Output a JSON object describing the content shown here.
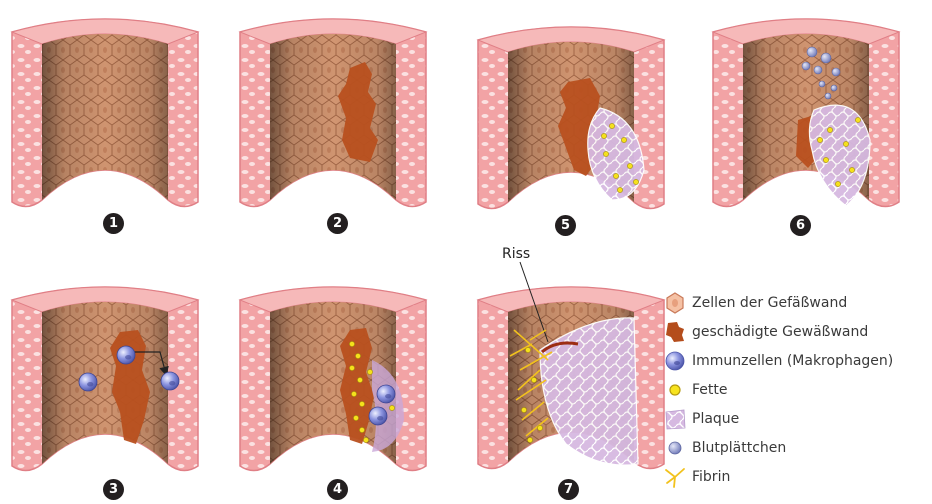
{
  "panels": [
    {
      "number": "1",
      "stage": "healthy"
    },
    {
      "number": "2",
      "stage": "damaged"
    },
    {
      "number": "3",
      "stage": "immune-cells"
    },
    {
      "number": "4",
      "stage": "fat-deposit"
    },
    {
      "number": "5",
      "stage": "plaque"
    },
    {
      "number": "6",
      "stage": "platelets"
    },
    {
      "number": "7",
      "stage": "rupture"
    }
  ],
  "callout": {
    "label": "Riss"
  },
  "legend": [
    {
      "icon": "wall-cell-icon",
      "label": "Zellen der Gefäßwand"
    },
    {
      "icon": "damaged-wall-icon",
      "label": "geschädigte Gewäßwand"
    },
    {
      "icon": "immune-cell-icon",
      "label": "Immunzellen (Makrophagen)"
    },
    {
      "icon": "fat-icon",
      "label": "Fette"
    },
    {
      "icon": "plaque-icon",
      "label": "Plaque"
    },
    {
      "icon": "platelet-icon",
      "label": "Blutplättchen"
    },
    {
      "icon": "fibrin-icon",
      "label": "Fibrin"
    }
  ],
  "colors": {
    "outer_wall": "#f4a6a6",
    "outer_wall_edge": "#e07f86",
    "inner_wall": "#c98a64",
    "cell_line": "#9d6243",
    "damage": "#b8501f",
    "immune": "#7b84d8",
    "fat": "#f5e11c",
    "plaque": "#c9a8d8",
    "platelet": "#8e97cf",
    "fibrin": "#f2c21d"
  }
}
